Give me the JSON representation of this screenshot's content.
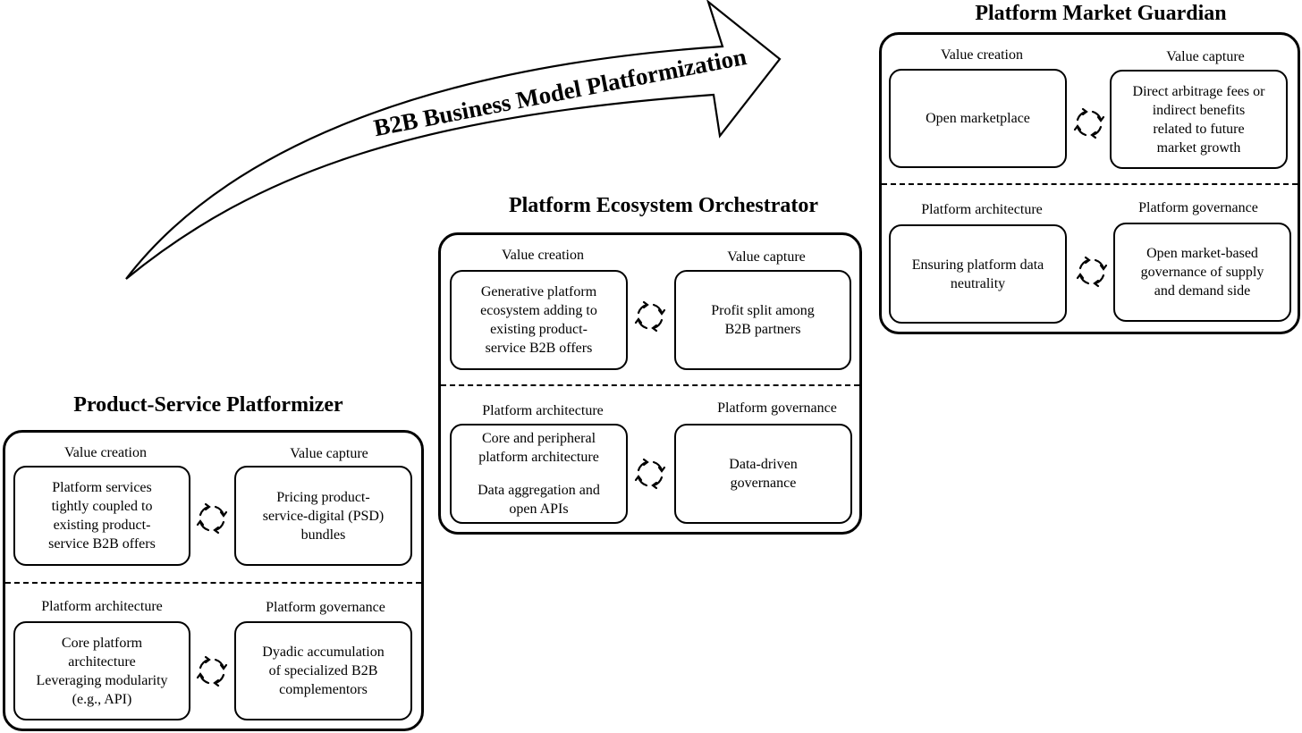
{
  "arrow": {
    "label": "B2B Business Model Platformization"
  },
  "stages": [
    {
      "title": "Product-Service Platformizer",
      "value_creation": {
        "header": "Value creation",
        "lines": [
          "Platform services",
          "tightly coupled to",
          "existing product-",
          "service B2B offers"
        ]
      },
      "value_capture": {
        "header": "Value capture",
        "lines": [
          "Pricing product-",
          "service-digital (PSD)",
          "bundles"
        ]
      },
      "platform_architecture": {
        "header": "Platform architecture",
        "lines": [
          "Core platform",
          "architecture",
          "Leveraging modularity",
          "(e.g., API)"
        ]
      },
      "platform_governance": {
        "header": "Platform governance",
        "lines": [
          "Dyadic accumulation",
          "of specialized B2B",
          "complementors"
        ]
      }
    },
    {
      "title": "Platform Ecosystem Orchestrator",
      "value_creation": {
        "header": "Value creation",
        "lines": [
          "Generative platform",
          "ecosystem adding to",
          "existing product-",
          "service B2B offers"
        ]
      },
      "value_capture": {
        "header": "Value capture",
        "lines": [
          "Profit split among",
          "B2B partners"
        ]
      },
      "platform_architecture": {
        "header": "Platform architecture",
        "lines": [
          "Core and peripheral",
          "platform architecture",
          "",
          "Data aggregation and",
          "open APIs"
        ]
      },
      "platform_governance": {
        "header": "Platform governance",
        "lines": [
          "Data-driven",
          "governance"
        ]
      }
    },
    {
      "title": "Platform Market Guardian",
      "value_creation": {
        "header": "Value creation",
        "lines": [
          "Open marketplace"
        ]
      },
      "value_capture": {
        "header": "Value capture",
        "lines": [
          "Direct arbitrage fees or",
          "indirect benefits",
          "related to future",
          "market growth"
        ]
      },
      "platform_architecture": {
        "header": "Platform architecture",
        "lines": [
          "Ensuring platform data",
          "neutrality"
        ]
      },
      "platform_governance": {
        "header": "Platform governance",
        "lines": [
          "Open market-based",
          "governance of supply",
          "and demand side"
        ]
      }
    }
  ]
}
